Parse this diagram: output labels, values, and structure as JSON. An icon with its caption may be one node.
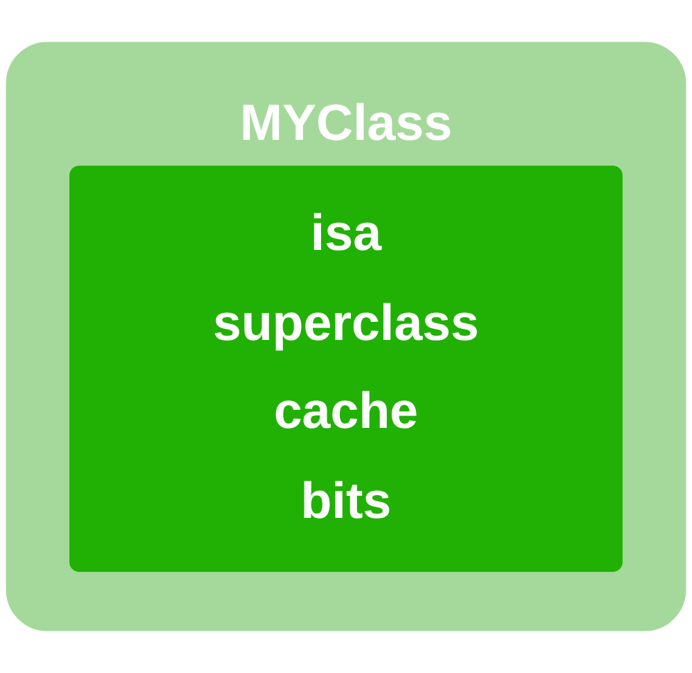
{
  "diagram": {
    "nodes": [
      {
        "text": [
          "MYClass"
        ]
      },
      {
        "text": [
          "isa",
          "superclass",
          "cache",
          "bits"
        ],
        "in": 0
      }
    ],
    "edges": []
  }
}
